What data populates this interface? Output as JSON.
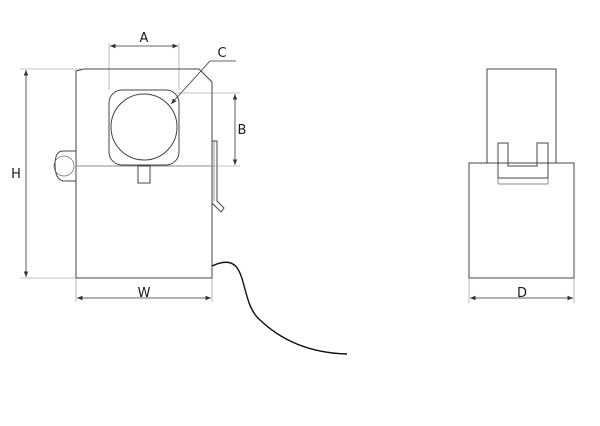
{
  "labels": {
    "a": "A",
    "b": "B",
    "c": "C",
    "h": "H",
    "w": "W",
    "d": "D"
  },
  "colors": {
    "background": "#ffffff",
    "outline": "#444444",
    "cable": "#111111",
    "dimension": "#333333"
  }
}
